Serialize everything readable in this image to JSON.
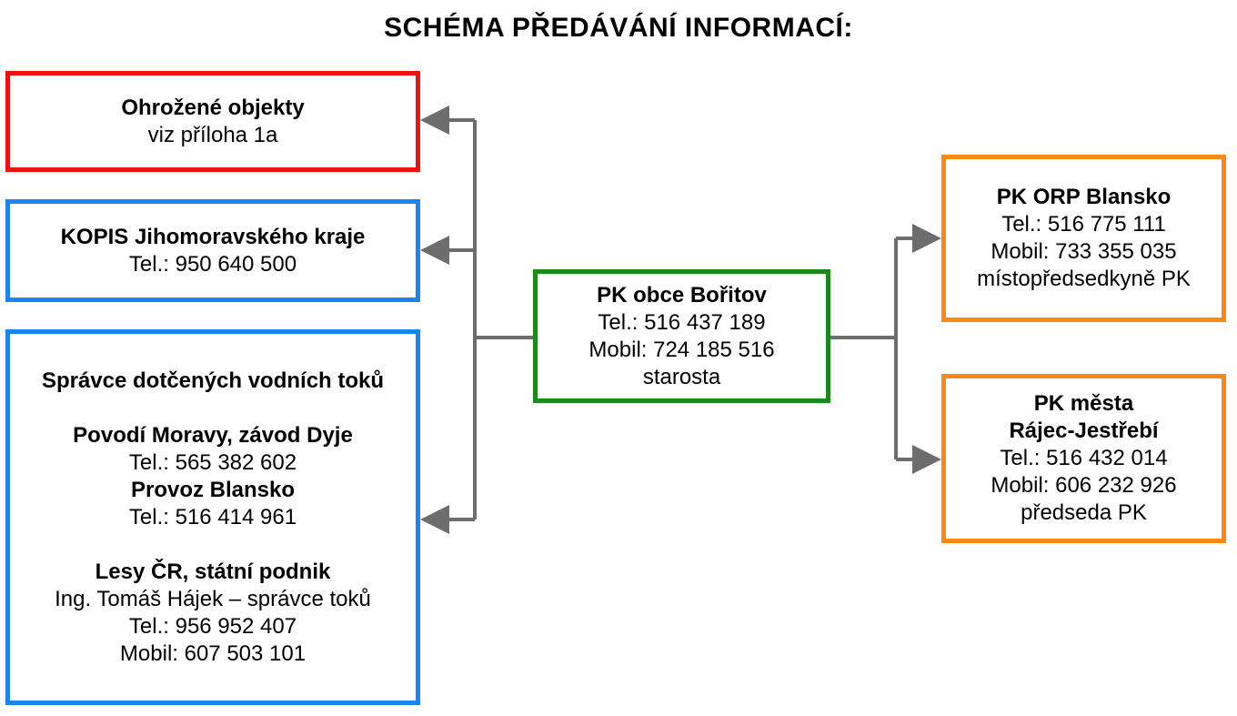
{
  "title": "SCHÉMA PŘEDÁVÁNÍ INFORMACÍ:",
  "colors": {
    "red": "#ee1111",
    "blue": "#1a84f0",
    "green": "#1b8a1b",
    "orange": "#fb8a14",
    "arrow": "#6d6d6d"
  },
  "threatened": {
    "name": "Ohrožené objekty",
    "note": "viz příloha 1a"
  },
  "kopis": {
    "name": "KOPIS Jihomoravského kraje",
    "tel": "Tel.: 950 640 500"
  },
  "administrators": {
    "heading": "Správce dotčených vodních toků",
    "povodi": {
      "name": "Povodí Moravy, závod Dyje",
      "tel": "Tel.: 565 382 602",
      "provoz_name": "Provoz Blansko",
      "provoz_tel": "Tel.: 516 414 961"
    },
    "lesy": {
      "name": "Lesy ČR, státní podnik",
      "person": "Ing. Tomáš Hájek – správce toků",
      "tel": "Tel.: 956 952 407",
      "mobile": "Mobil: 607 503 101"
    }
  },
  "pk_obce": {
    "name": "PK obce Bořitov",
    "tel": "Tel.: 516 437 189",
    "mobile": "Mobil: 724 185 516",
    "role": "starosta"
  },
  "pk_orp": {
    "name": "PK ORP Blansko",
    "tel": "Tel.: 516 775 111",
    "mobile": "Mobil: 733 355 035",
    "role": "místopředsedkyně PK"
  },
  "pk_mesta": {
    "name_line1": "PK města",
    "name_line2": "Rájec-Jestřebí",
    "tel": "Tel.: 516 432 014",
    "mobile": "Mobil: 606 232 926",
    "role": "předseda PK"
  }
}
